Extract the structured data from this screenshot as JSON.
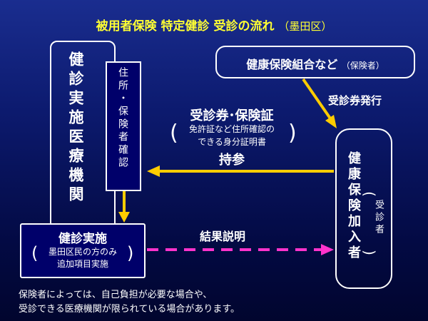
{
  "title": {
    "main": "被用者保険 特定健診 受診の流れ",
    "sub": "（墨田区）"
  },
  "left_column": {
    "main_label": "健診実施医療機関",
    "inner_label": "住所・保険者確認"
  },
  "bottom_box": {
    "title": "健診実施",
    "note_line1": "墨田区民の方のみ",
    "note_line2": "追加項目実施"
  },
  "insurer_box": {
    "label": "健康保険組合など",
    "sub": "（保険者）"
  },
  "right_box": {
    "main_label": "健康保険加入者",
    "sub_label": "受診者"
  },
  "arrows": {
    "issuance_label": "受診券発行",
    "documents_label": "受診券･保険証",
    "documents_note_line1": "免許証など住所確認の",
    "documents_note_line2": "できる身分証明書",
    "bring_label": "持参",
    "result_label": "結果説明"
  },
  "footer": {
    "line1": "保険者によっては、自己負担が必要な場合や、",
    "line2": "受診できる医療機関が限られている場合があります。"
  },
  "colors": {
    "title": "#ffff33",
    "arrow_yellow": "#ffcc00",
    "arrow_magenta": "#ff33cc",
    "background_top": "#1a2d8f",
    "background_bottom": "#01052e"
  }
}
